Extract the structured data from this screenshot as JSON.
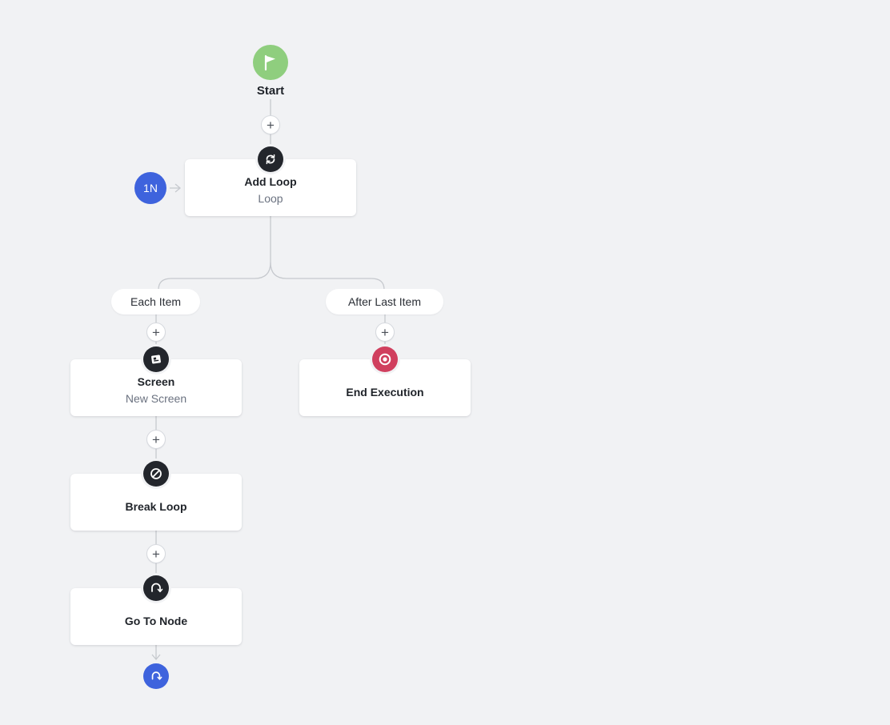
{
  "colors": {
    "canvas_background": "#f1f2f4",
    "start_green": "#8fce7e",
    "badge_dark": "#23262c",
    "accent_blue": "#3e63dd",
    "end_red": "#d03f5e",
    "connector": "#c6c9ce"
  },
  "flow": {
    "start": {
      "label": "Start",
      "icon": "flag-icon"
    },
    "loop_node": {
      "title": "Add Loop",
      "subtitle": "Loop",
      "icon": "loop-icon",
      "iteration_badge": "1N"
    },
    "branches": {
      "each_item": {
        "label": "Each Item"
      },
      "after_last_item": {
        "label": "After Last Item"
      }
    },
    "screen_node": {
      "title": "Screen",
      "subtitle": "New Screen",
      "icon": "screen-icon"
    },
    "break_loop_node": {
      "title": "Break Loop",
      "icon": "prohibit-icon"
    },
    "go_to_node": {
      "title": "Go To Node",
      "icon": "go-to-arrow-icon"
    },
    "end_execution_node": {
      "title": "End Execution",
      "icon": "stop-icon"
    },
    "go_to_target": {
      "icon": "go-to-arrow-icon"
    },
    "add_step_label": "+"
  }
}
